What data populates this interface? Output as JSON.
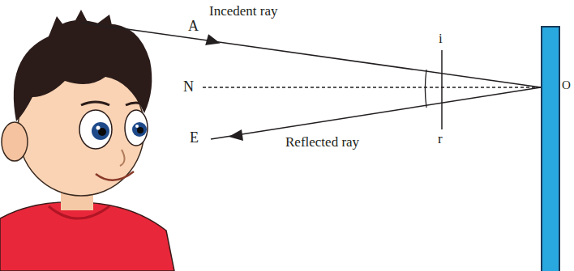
{
  "diagram": {
    "labels": [
      "Incedent ray",
      "A",
      "i",
      "N",
      "O",
      "E",
      "r",
      "Reflected ray"
    ]
  }
}
